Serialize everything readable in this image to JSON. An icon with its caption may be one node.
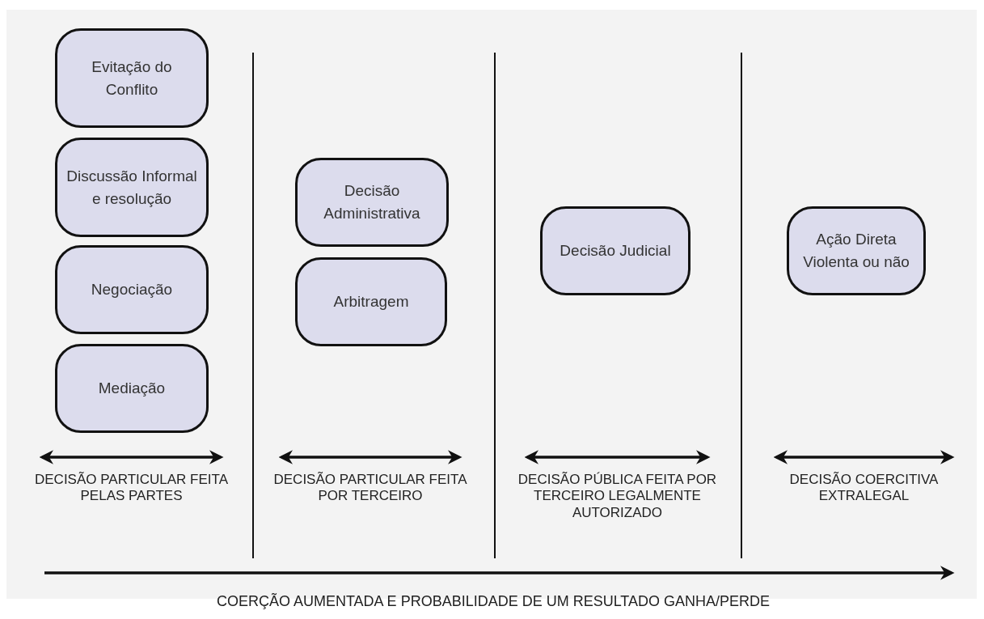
{
  "diagram": {
    "nodes": [
      {
        "text": [
          "Evitação do Conflito"
        ]
      },
      {
        "text": [
          "Discussão Informal e resolução"
        ]
      },
      {
        "text": [
          "Negociação"
        ]
      },
      {
        "text": [
          "Mediação"
        ]
      },
      {
        "text": [
          "Decisão Administrativa"
        ]
      },
      {
        "text": [
          "Arbitragem"
        ]
      },
      {
        "text": [
          "Decisão Judicial"
        ]
      },
      {
        "text": [
          "Ação Direta Violenta ou não"
        ]
      }
    ],
    "labels": [
      "DECISÃO PARTICULAR FEITA PELAS PARTES",
      "DECISÃO PARTICULAR FEITA POR TERCEIRO",
      "DECISÃO PÚBLICA FEITA POR TERCEIRO LEGALMENTE AUTORIZADO",
      "DECISÃO COERCITIVA EXTRALEGAL",
      "COERÇÃO AUMENTADA E PROBABILIDADE DE UM RESULTADO GANHA/PERDE"
    ]
  }
}
